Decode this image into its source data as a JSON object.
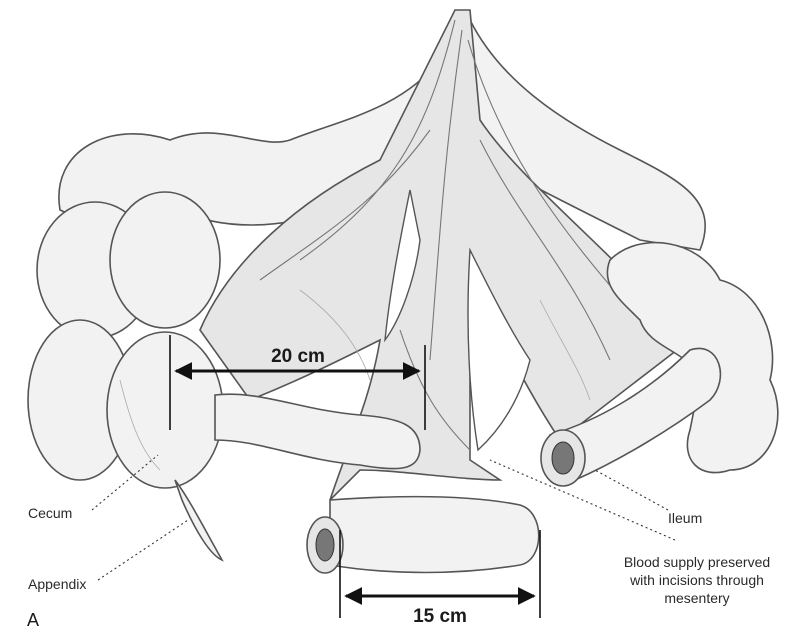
{
  "figure": {
    "panel_letter": "A",
    "labels": {
      "cecum": "Cecum",
      "appendix": "Appendix",
      "ileum": "Ileum",
      "blood_supply_line1": "Blood supply preserved",
      "blood_supply_line2": "with incisions through",
      "blood_supply_line3": "mesentery"
    },
    "measurements": {
      "upper": "20 cm",
      "lower": "15 cm"
    }
  }
}
